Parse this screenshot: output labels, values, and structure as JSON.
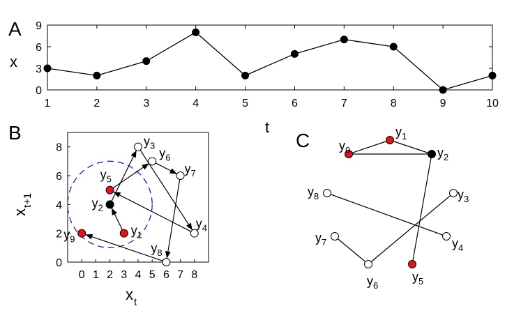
{
  "chart_data": [
    {
      "panel": "A",
      "type": "line",
      "x": [
        1,
        2,
        3,
        4,
        5,
        6,
        7,
        8,
        9,
        10
      ],
      "values": [
        3,
        2,
        4,
        8,
        2,
        5,
        7,
        6,
        0,
        2
      ],
      "xlabel": "t",
      "ylabel": "x",
      "xlim": [
        1,
        10
      ],
      "ylim": [
        0,
        9
      ],
      "xticks": [
        "1",
        "2",
        "3",
        "4",
        "5",
        "6",
        "7",
        "8",
        "9",
        "10"
      ],
      "yticks": [
        "0",
        "3",
        "6",
        "9"
      ],
      "marker": "filled-circle"
    },
    {
      "panel": "B",
      "type": "scatter",
      "xlabel": "x",
      "xlabel_sub": "t",
      "ylabel": "x",
      "ylabel_sub": "t+1",
      "xlim": [
        -1,
        9
      ],
      "ylim": [
        0,
        9
      ],
      "xticks": [
        "0",
        "1",
        "2",
        "3",
        "4",
        "5",
        "6",
        "7",
        "8"
      ],
      "yticks": [
        "0",
        "2",
        "4",
        "6",
        "8"
      ],
      "points": [
        {
          "label": "y",
          "sub": "1",
          "x": 3,
          "y": 2,
          "style": "red"
        },
        {
          "label": "y",
          "sub": "2",
          "x": 2,
          "y": 4,
          "style": "black"
        },
        {
          "label": "y",
          "sub": "3",
          "x": 4,
          "y": 8,
          "style": "open"
        },
        {
          "label": "y",
          "sub": "4",
          "x": 8,
          "y": 2,
          "style": "open"
        },
        {
          "label": "y",
          "sub": "5",
          "x": 2,
          "y": 5,
          "style": "red"
        },
        {
          "label": "y",
          "sub": "6",
          "x": 5,
          "y": 7,
          "style": "open"
        },
        {
          "label": "y",
          "sub": "7",
          "x": 7,
          "y": 6,
          "style": "open"
        },
        {
          "label": "y",
          "sub": "8",
          "x": 6,
          "y": 0,
          "style": "open"
        },
        {
          "label": "y",
          "sub": "9",
          "x": 0,
          "y": 2,
          "style": "red"
        }
      ],
      "circle": {
        "cx": 2,
        "cy": 4,
        "radius": 3,
        "style": "dashed",
        "color": "#1a1acc"
      }
    },
    {
      "panel": "C",
      "type": "network",
      "nodes": [
        {
          "id": "y1",
          "label": "y",
          "sub": "1",
          "style": "red"
        },
        {
          "id": "y2",
          "label": "y",
          "sub": "2",
          "style": "black"
        },
        {
          "id": "y3",
          "label": "y",
          "sub": "3",
          "style": "open"
        },
        {
          "id": "y4",
          "label": "y",
          "sub": "4",
          "style": "open"
        },
        {
          "id": "y5",
          "label": "y",
          "sub": "5",
          "style": "red"
        },
        {
          "id": "y6",
          "label": "y",
          "sub": "6",
          "style": "open"
        },
        {
          "id": "y7",
          "label": "y",
          "sub": "7",
          "style": "open"
        },
        {
          "id": "y8",
          "label": "y",
          "sub": "8",
          "style": "open"
        },
        {
          "id": "y9",
          "label": "y",
          "sub": "9",
          "style": "red"
        }
      ],
      "edges": [
        [
          "y9",
          "y1"
        ],
        [
          "y1",
          "y2"
        ],
        [
          "y9",
          "y2"
        ],
        [
          "y2",
          "y5"
        ],
        [
          "y8",
          "y4"
        ],
        [
          "y7",
          "y6"
        ],
        [
          "y6",
          "y3"
        ]
      ]
    }
  ],
  "colors": {
    "red": "#e0141a",
    "black": "#000000",
    "blue": "#1a1acc"
  }
}
